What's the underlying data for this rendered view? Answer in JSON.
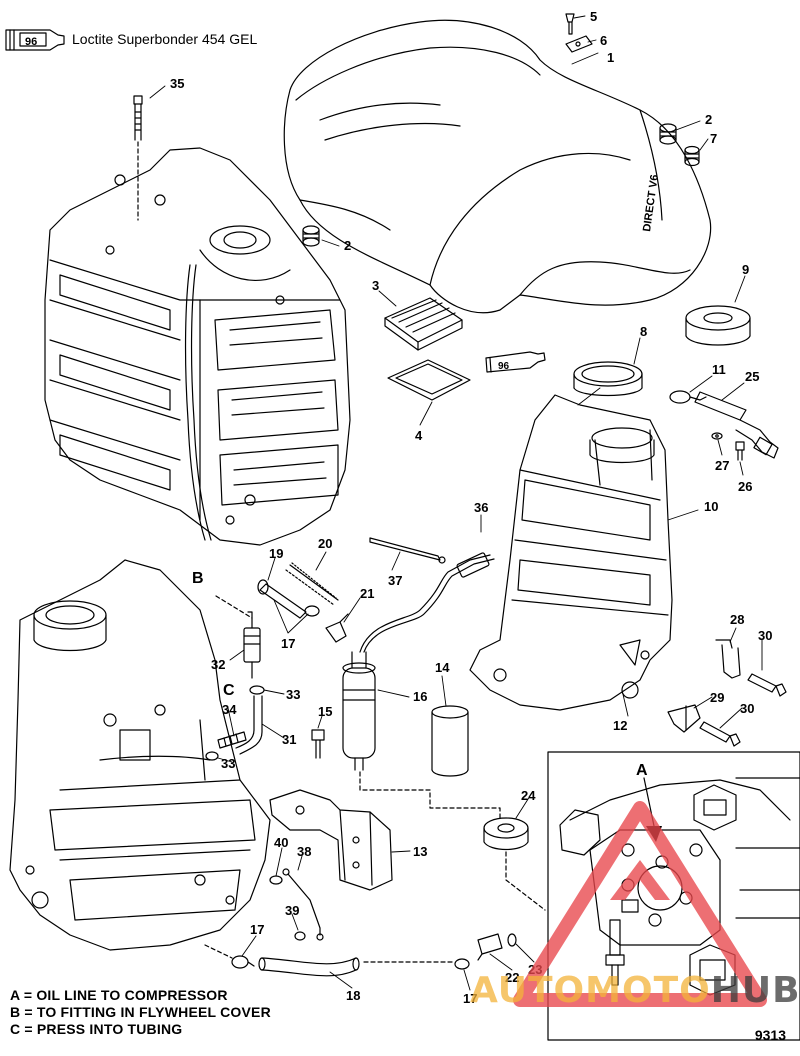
{
  "sealant_tube": {
    "number": "96",
    "label": "Loctite Superbonder 454 GEL"
  },
  "callouts": [
    "1",
    "2",
    "2",
    "3",
    "4",
    "5",
    "6",
    "7",
    "8",
    "9",
    "10",
    "11",
    "12",
    "13",
    "14",
    "15",
    "16",
    "17",
    "17",
    "17",
    "18",
    "19",
    "20",
    "21",
    "22",
    "23",
    "24",
    "25",
    "26",
    "27",
    "28",
    "29",
    "30",
    "30",
    "31",
    "32",
    "33",
    "33",
    "34",
    "35",
    "36",
    "37",
    "38",
    "39",
    "40",
    "A",
    "B",
    "C"
  ],
  "legend": [
    "A = OIL LINE TO COMPRESSOR",
    "B = TO FITTING IN FLYWHEEL COVER",
    "C = PRESS INTO TUBING"
  ],
  "cover_badge": "DIRECT V6",
  "figure_number": "9313",
  "watermark": {
    "part1": "AUTOMOTO",
    "part2": "HUB"
  },
  "colors": {
    "line": "#000000",
    "watermark_triangle": "#e8474c",
    "watermark_text": "#f4b33a"
  }
}
